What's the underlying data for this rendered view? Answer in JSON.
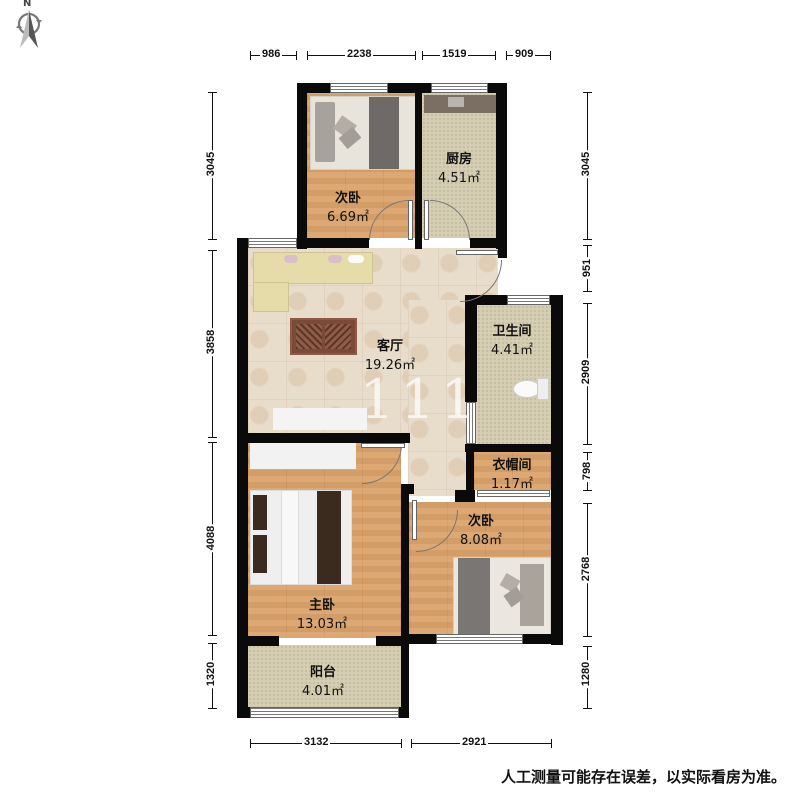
{
  "compass": {
    "north_label": "N"
  },
  "dimensions": {
    "top": [
      "986",
      "2238",
      "1519",
      "909"
    ],
    "bottom": [
      "3132",
      "2921"
    ],
    "left": [
      "3045",
      "3858",
      "4088",
      "1320"
    ],
    "right": [
      "3045",
      "951",
      "2909",
      "798",
      "2768",
      "1280"
    ]
  },
  "rooms": [
    {
      "id": "bedroom-small-north",
      "name": "次卧",
      "area": "6.69㎡"
    },
    {
      "id": "kitchen",
      "name": "厨房",
      "area": "4.51㎡"
    },
    {
      "id": "living-room",
      "name": "客厅",
      "area": "19.26㎡"
    },
    {
      "id": "bathroom",
      "name": "卫生间",
      "area": "4.41㎡"
    },
    {
      "id": "cloakroom",
      "name": "衣帽间",
      "area": "1.17㎡"
    },
    {
      "id": "bedroom-secondary-south",
      "name": "次卧",
      "area": "8.08㎡"
    },
    {
      "id": "master-bedroom",
      "name": "主卧",
      "area": "13.03㎡"
    },
    {
      "id": "balcony",
      "name": "阳台",
      "area": "4.01㎡"
    }
  ],
  "watermark": "111",
  "disclaimer": "人工测量可能存在误差，以实际看房为准。",
  "colors": {
    "wall": "#0a0a0a",
    "wood_floor": "#dba36a",
    "tile_floor": "#e8dccb",
    "stone_floor": "#d6cfb4"
  }
}
